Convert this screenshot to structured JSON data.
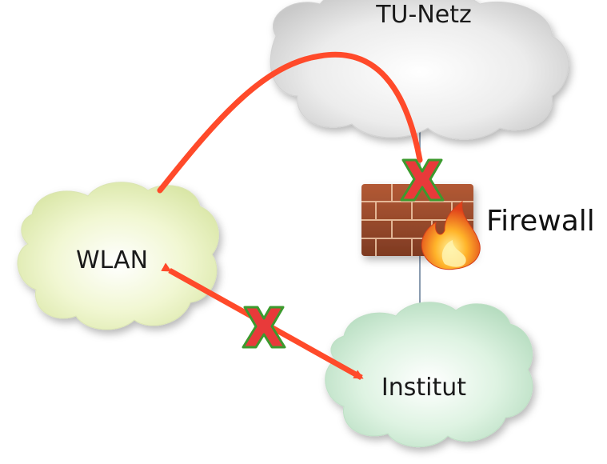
{
  "nodes": {
    "tu_netz": {
      "label": "TU-Netz"
    },
    "wlan": {
      "label": "WLAN"
    },
    "institut": {
      "label": "Institut"
    },
    "firewall": {
      "label": "Firewall"
    }
  },
  "colors": {
    "tu_netz_cloud": "#e6e6e6",
    "wlan_cloud": "#eef5c9",
    "institut_cloud": "#d6f0dc",
    "connection_line": "#ff4a2a",
    "blocked_mark_fill": "#e83a3a",
    "blocked_mark_outline": "#3c9a2e",
    "firewall_brick": "#9b4a2c",
    "link_line": "#8a9bb0"
  },
  "connections": [
    {
      "from": "wlan",
      "to": "tu_netz",
      "status": "blocked"
    },
    {
      "from": "wlan",
      "to": "institut",
      "status": "blocked",
      "bidirectional": true
    },
    {
      "from": "tu_netz",
      "to": "firewall",
      "status": "link"
    },
    {
      "from": "firewall",
      "to": "institut",
      "status": "link"
    }
  ]
}
